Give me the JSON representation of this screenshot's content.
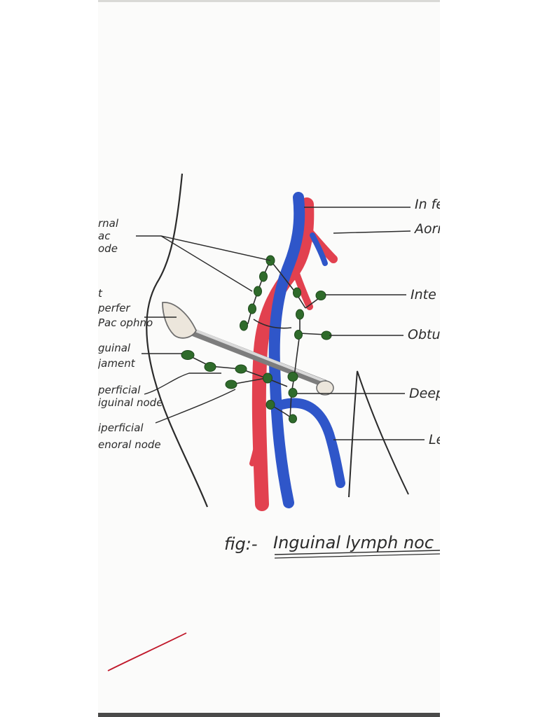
{
  "colors": {
    "paper": "#fbfbfa",
    "artery": "#e2414f",
    "vein": "#2f56c9",
    "lymph_node": "#2f6b2b",
    "ink": "#2b2b2b",
    "margin_line": "#c0182a"
  },
  "left_labels": {
    "external_iliac": [
      "rnal",
      "ac",
      "ode"
    ],
    "saphenous": [
      "t",
      "perfer",
      "Pac ophno"
    ],
    "inguinal_ligament": [
      "guinal",
      "jament"
    ],
    "superficial_inguinal": [
      "perficial",
      "iguinal node"
    ],
    "superficial_femoral": [
      "iperficial",
      "enoral node"
    ]
  },
  "right_labels": {
    "inferior": "In fe",
    "aorta": "Aorr",
    "internal": "Inte",
    "obturator": "Obtu",
    "deep": "Deep",
    "lower": "Le"
  },
  "caption": {
    "prefix": "fig:-",
    "title": "Inguinal lymph noc"
  }
}
